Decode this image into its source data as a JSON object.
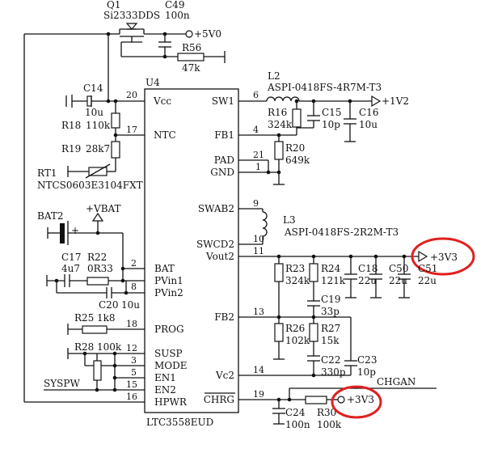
{
  "ic": {
    "ref": "U4",
    "part": "LTC3558EUD"
  },
  "pins_left": {
    "vcc": {
      "num": "20",
      "name": "Vcc"
    },
    "ntc": {
      "num": "17",
      "name": "NTC"
    },
    "bat": {
      "num": "2",
      "name": "BAT"
    },
    "pvin1": {
      "num": "8",
      "name": "PVin1"
    },
    "pvin2": {
      "num": "",
      "name": "PVin2"
    },
    "prog": {
      "num": "18",
      "name": "PROG"
    },
    "susp": {
      "num": "12",
      "name": "SUSP"
    },
    "mode": {
      "num": "3",
      "name": "MODE"
    },
    "en1": {
      "num": "5",
      "name": "EN1"
    },
    "en2": {
      "num": "15",
      "name": "EN2"
    },
    "hpwr": {
      "num": "16",
      "name": "HPWR"
    }
  },
  "pins_right": {
    "sw1": {
      "num": "6",
      "name": "SW1"
    },
    "fb1": {
      "num": "4",
      "name": "FB1"
    },
    "pad": {
      "num": "21",
      "name": "PAD"
    },
    "gnd": {
      "num": "1",
      "name": "GND"
    },
    "swab2": {
      "num": "9",
      "name": "SWAB2"
    },
    "swcd2": {
      "num": "10",
      "name": "SWCD2"
    },
    "vout2": {
      "num": "11",
      "name": "Vout2"
    },
    "fb2": {
      "num": "13",
      "name": "FB2"
    },
    "vc2": {
      "num": "14",
      "name": "Vc2"
    },
    "chrg": {
      "num": "19",
      "name": "CHRG"
    }
  },
  "components": {
    "q1": {
      "ref": "Q1",
      "value": "Si2333DDS"
    },
    "c49": {
      "ref": "C49",
      "value": "100n"
    },
    "r56": {
      "ref": "R56",
      "value": "47k"
    },
    "c14": {
      "ref": "C14",
      "value": "10u"
    },
    "r18": {
      "ref": "R18",
      "value": "110k"
    },
    "r19": {
      "ref": "R19",
      "value": "28k7"
    },
    "rt1": {
      "ref": "RT1",
      "value": "NTCS0603E3104FXT"
    },
    "bat2": {
      "ref": "BAT2",
      "value": "+"
    },
    "c17": {
      "ref": "C17",
      "value": "4u7"
    },
    "r22": {
      "ref": "R22",
      "value": "0R33"
    },
    "c20": {
      "ref": "C20",
      "value": "10u"
    },
    "r25": {
      "ref": "R25",
      "value": "1k8"
    },
    "r28": {
      "ref": "R28",
      "value": "100k"
    },
    "l2": {
      "ref": "L2",
      "value": "ASPI-0418FS-4R7M-T3"
    },
    "r16": {
      "ref": "R16",
      "value": "324k"
    },
    "c15": {
      "ref": "C15",
      "value": "10p"
    },
    "c16": {
      "ref": "C16",
      "value": "10u"
    },
    "r20": {
      "ref": "R20",
      "value": "649k"
    },
    "l3": {
      "ref": "L3",
      "value": "ASPI-0418FS-2R2M-T3"
    },
    "r23": {
      "ref": "R23",
      "value": "324k"
    },
    "r24": {
      "ref": "R24",
      "value": "121k"
    },
    "c18": {
      "ref": "C18",
      "value": "22u"
    },
    "c50": {
      "ref": "C50",
      "value": "22u"
    },
    "c51": {
      "ref": "C51",
      "value": "22u"
    },
    "c19": {
      "ref": "C19",
      "value": "33p"
    },
    "r26": {
      "ref": "R26",
      "value": "102k"
    },
    "r27": {
      "ref": "R27",
      "value": "15k"
    },
    "c22": {
      "ref": "C22",
      "value": "330p"
    },
    "c23": {
      "ref": "C23",
      "value": "10p"
    },
    "c24": {
      "ref": "C24",
      "value": "100n"
    },
    "r30": {
      "ref": "R30",
      "value": "100k"
    }
  },
  "nets": {
    "v5": "+5V0",
    "vbat": "+VBAT",
    "v1v2": "+1V2",
    "v3v3_out": "+3V3",
    "v3v3_pullup": "+3V3",
    "syspw": "SYSPW",
    "chgan": "CHGAN"
  },
  "highlight_color": "#e02020"
}
